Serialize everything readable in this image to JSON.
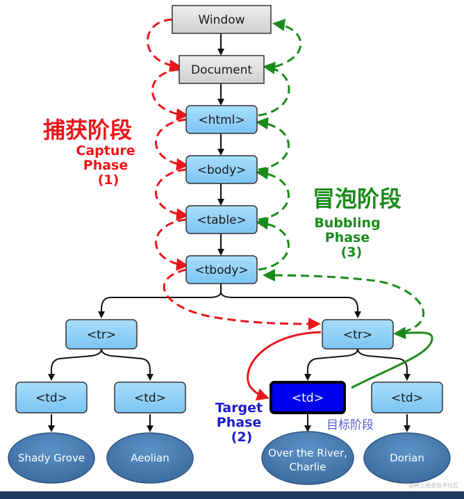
{
  "nodes": {
    "window": "Window",
    "document": "Document",
    "html": "<html>",
    "body": "<body>",
    "table": "<table>",
    "tbody": "<tbody>",
    "tr_left": "<tr>",
    "tr_right": "<tr>",
    "td1": "<td>",
    "td2": "<td>",
    "td3": "<td>",
    "td4": "<td>"
  },
  "leaves": {
    "leaf1": "Shady Grove",
    "leaf2": "Aeolian",
    "leaf3_line1": "Over the River,",
    "leaf3_line2": "Charlie",
    "leaf4": "Dorian"
  },
  "capture": {
    "cn": "捕获阶段",
    "line1": "Capture",
    "line2": "Phase",
    "line3": "(1)"
  },
  "bubbling": {
    "cn": "冒泡阶段",
    "line1": "Bubbling",
    "line2": "Phase",
    "line3": "(3)"
  },
  "target": {
    "line1": "Target",
    "line2": "Phase",
    "line3": "(2)",
    "cn": "目标阶段"
  },
  "watermark": "@稀土掘金技术社区",
  "colors": {
    "capture": "#e8161b",
    "bubbling": "#1a8a1a",
    "target": "#1a1acc",
    "node_fill": "#8fd0f8",
    "target_fill": "#0000ee",
    "leaf_fill": "#4a7fb5",
    "gray_fill": "#d9d9d9"
  }
}
